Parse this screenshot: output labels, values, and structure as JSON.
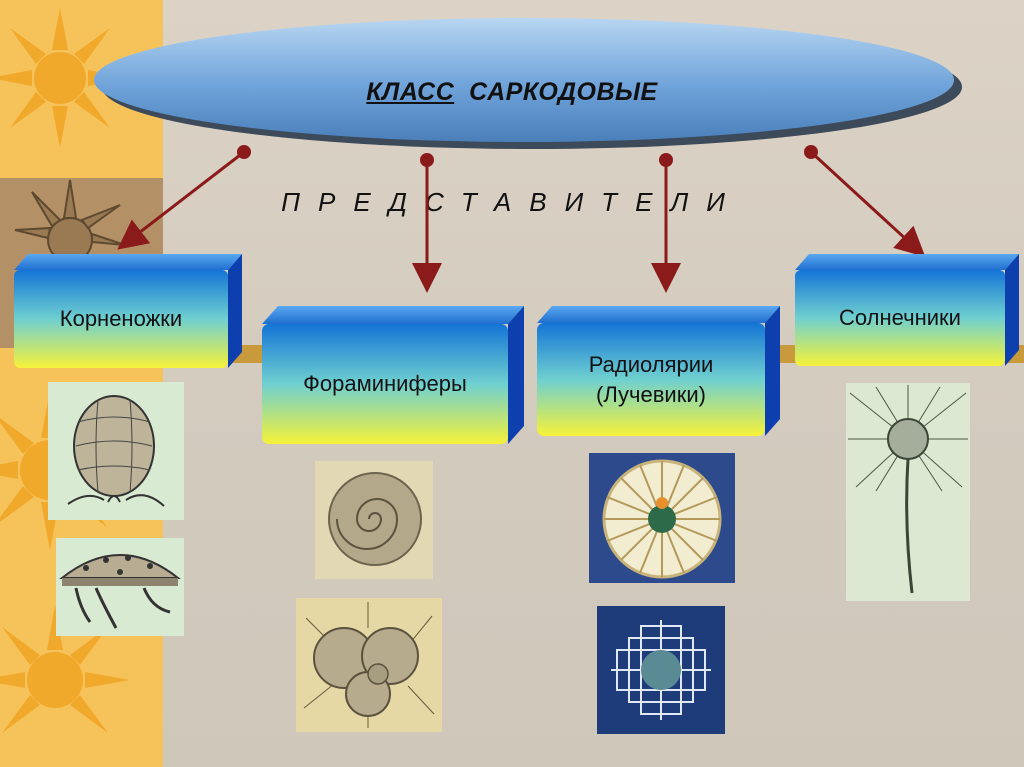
{
  "title": {
    "prefix": "КЛАСС",
    "suffix": "САРКОДОВЫЕ"
  },
  "subtitle": "ПРЕДСТАВИТЕЛИ",
  "groups": [
    {
      "label": "Корненожки"
    },
    {
      "label": "Фораминиферы"
    },
    {
      "label_line1": "Радиолярии",
      "label_line2": "(Лучевики)"
    },
    {
      "label": "Солнечники"
    }
  ],
  "colors": {
    "arrow": "#8b1a1a",
    "box_top": "#1a7ad8",
    "box_bottom": "#f4f03a",
    "ellipse": "#7fb2e4",
    "sun": "#f2b234"
  },
  "icons": [
    "sun-icon",
    "arrow-icon"
  ]
}
